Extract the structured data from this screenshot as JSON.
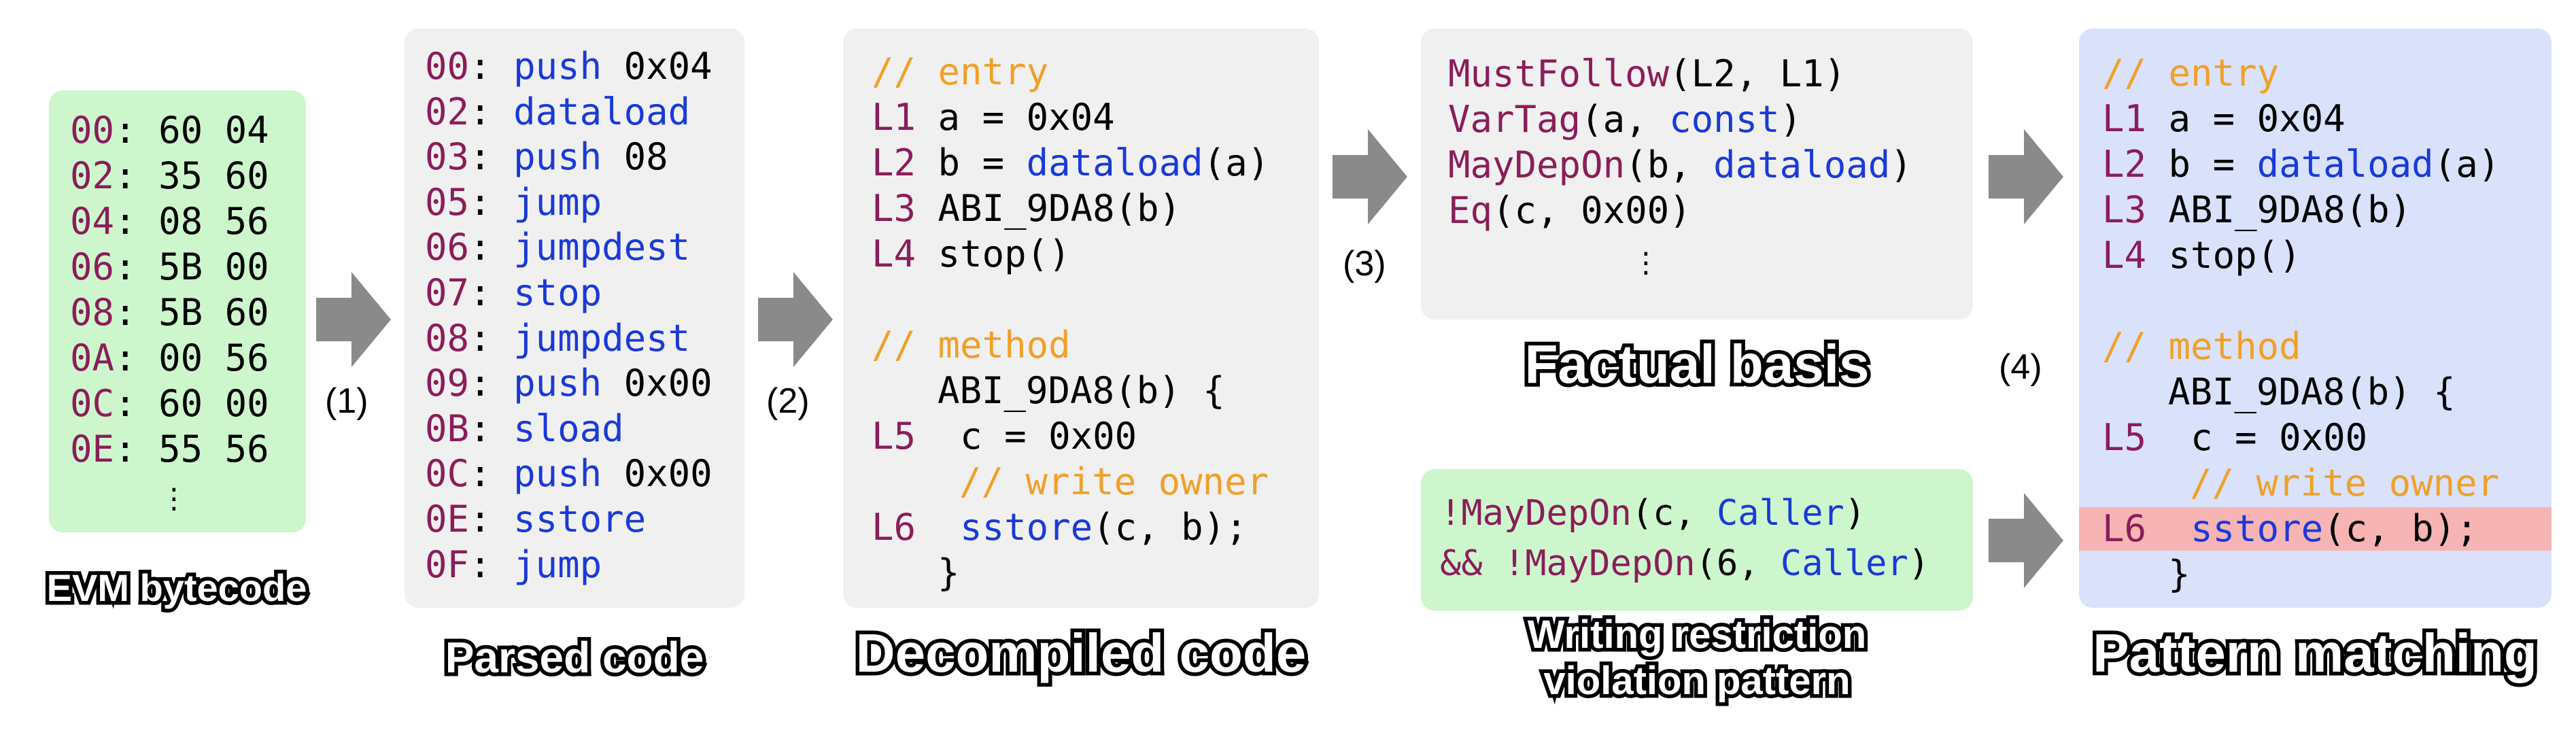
{
  "bytecode": {
    "rows": [
      {
        "addr": "00",
        "bytes": "60 04"
      },
      {
        "addr": "02",
        "bytes": "35 60"
      },
      {
        "addr": "04",
        "bytes": "08 56"
      },
      {
        "addr": "06",
        "bytes": "5B 00"
      },
      {
        "addr": "08",
        "bytes": "5B 60"
      },
      {
        "addr": "0A",
        "bytes": "00 56"
      },
      {
        "addr": "0C",
        "bytes": "60 00"
      },
      {
        "addr": "0E",
        "bytes": "55 56"
      }
    ],
    "title": "EVM bytecode"
  },
  "parsed": {
    "rows": [
      {
        "addr": "00",
        "op": "push",
        "arg": "0x04"
      },
      {
        "addr": "02",
        "op": "dataload",
        "arg": ""
      },
      {
        "addr": "03",
        "op": "push",
        "arg": "08"
      },
      {
        "addr": "05",
        "op": "jump",
        "arg": ""
      },
      {
        "addr": "06",
        "op": "jumpdest",
        "arg": ""
      },
      {
        "addr": "07",
        "op": "stop",
        "arg": ""
      },
      {
        "addr": "08",
        "op": "jumpdest",
        "arg": ""
      },
      {
        "addr": "09",
        "op": "push",
        "arg": "0x00"
      },
      {
        "addr": "0B",
        "op": "sload",
        "arg": ""
      },
      {
        "addr": "0C",
        "op": "push",
        "arg": "0x00"
      },
      {
        "addr": "0E",
        "op": "sstore",
        "arg": ""
      },
      {
        "addr": "0F",
        "op": "jump",
        "arg": ""
      }
    ],
    "title": "Parsed code"
  },
  "decompiled": {
    "entry_comment": "// entry",
    "l1_label": "L1",
    "l1_code": "a = 0x04",
    "l2_label": "L2",
    "l2_pre": "b = ",
    "l2_fn": "dataload",
    "l2_post": "(a)",
    "l3_label": "L3",
    "l3_code": "ABI_9DA8(b)",
    "l4_label": "L4",
    "l4_code": "stop()",
    "method_comment": "// method",
    "method_sig": "ABI_9DA8(b) {",
    "l5_label": "L5",
    "l5_code": "c = 0x00",
    "write_comment": "// write owner",
    "l6_label": "L6",
    "l6_fn": "sstore",
    "l6_post": "(c, b);",
    "close": "}",
    "title": "Decompiled code"
  },
  "facts": {
    "f1_pred": "MustFollow",
    "f1_args": "(L2, L1)",
    "f2_pred": "VarTag",
    "f2_pre": "(a, ",
    "f2_kw": "const",
    "f2_post": ")",
    "f3_pred": "MayDepOn",
    "f3_pre": "(b, ",
    "f3_kw": "dataload",
    "f3_post": ")",
    "f4_pred": "Eq",
    "f4_args": "(c, 0x00)",
    "title": "Factual basis"
  },
  "pattern": {
    "p1_pred": "!MayDepOn",
    "p1_pre": "(c, ",
    "p1_kw": "Caller",
    "p1_post": ")",
    "p2_op": "&& ",
    "p2_pred": "!MayDepOn",
    "p2_pre": "(6, ",
    "p2_kw": "Caller",
    "p2_post": ")",
    "title_line1": "Writing restriction",
    "title_line2": "violation pattern"
  },
  "matching": {
    "title": "Pattern matching"
  },
  "steps": [
    "(1)",
    "(2)",
    "(3)",
    "(4)"
  ],
  "colors": {
    "gray_panel": "#f0f0f0",
    "green_panel": "#cdf6cd",
    "blue_panel": "#d9e2fa",
    "highlight": "#f7b4b4",
    "keyword": "#1a3ad8",
    "label": "#8b1d5a",
    "comment": "#f0a02a",
    "arrow": "#8a8a8a"
  },
  "icons": [
    "arrow-right-icon",
    "vertical-ellipsis-icon"
  ]
}
